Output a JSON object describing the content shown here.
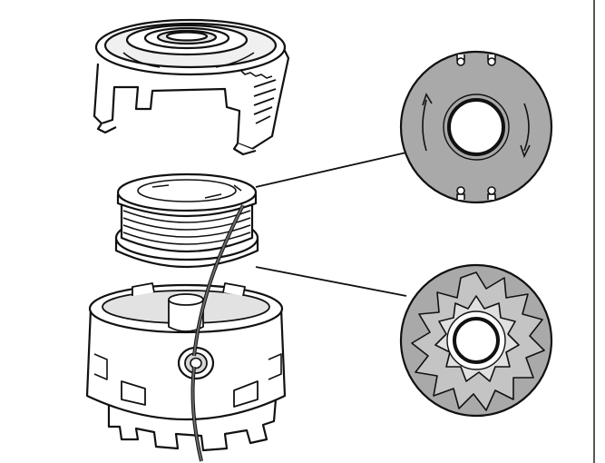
{
  "diagram": {
    "parts": [
      {
        "id": "cover",
        "name": "spool-cover"
      },
      {
        "id": "spool",
        "name": "line-spool"
      },
      {
        "id": "housing",
        "name": "spool-housing"
      },
      {
        "id": "detail-top",
        "name": "spool-top-face-detail"
      },
      {
        "id": "detail-bottom",
        "name": "spool-bottom-face-detail"
      }
    ],
    "colors": {
      "outline": "#111111",
      "part_fill": "#ffffff",
      "detail_fill": "#a9a9a9",
      "shade": "#d6d6d6",
      "line": "#555555"
    }
  }
}
